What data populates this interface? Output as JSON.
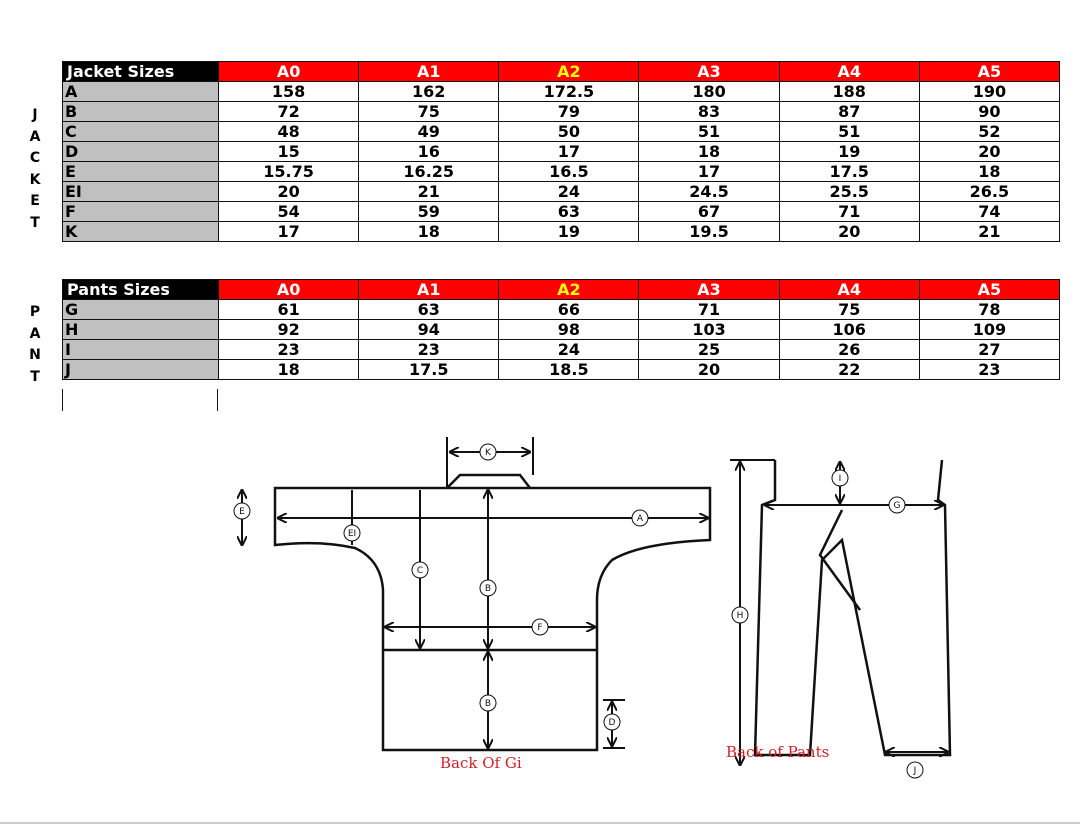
{
  "jacket": {
    "title": "Jacket Sizes",
    "side_label": [
      "J",
      "A",
      "C",
      "K",
      "E",
      "T"
    ],
    "sizes": [
      "A0",
      "A1",
      "A2",
      "A3",
      "A4",
      "A5"
    ],
    "highlight_size": "A2",
    "rows": [
      {
        "label": "A",
        "values": [
          "158",
          "162",
          "172.5",
          "180",
          "188",
          "190"
        ]
      },
      {
        "label": "B",
        "values": [
          "72",
          "75",
          "79",
          "83",
          "87",
          "90"
        ]
      },
      {
        "label": "C",
        "values": [
          "48",
          "49",
          "50",
          "51",
          "51",
          "52"
        ]
      },
      {
        "label": "D",
        "values": [
          "15",
          "16",
          "17",
          "18",
          "19",
          "20"
        ]
      },
      {
        "label": "E",
        "values": [
          "15.75",
          "16.25",
          "16.5",
          "17",
          "17.5",
          "18"
        ]
      },
      {
        "label": "EI",
        "values": [
          "20",
          "21",
          "24",
          "24.5",
          "25.5",
          "26.5"
        ]
      },
      {
        "label": "F",
        "values": [
          "54",
          "59",
          "63",
          "67",
          "71",
          "74"
        ]
      },
      {
        "label": "K",
        "values": [
          "17",
          "18",
          "19",
          "19.5",
          "20",
          "21"
        ]
      }
    ]
  },
  "pants": {
    "title": "Pants Sizes",
    "side_label": [
      "P",
      "A",
      "N",
      "T"
    ],
    "sizes": [
      "A0",
      "A1",
      "A2",
      "A3",
      "A4",
      "A5"
    ],
    "rows": [
      {
        "label": "G",
        "values": [
          "61",
          "63",
          "66",
          "71",
          "75",
          "78"
        ]
      },
      {
        "label": "H",
        "values": [
          "92",
          "94",
          "98",
          "103",
          "106",
          "109"
        ]
      },
      {
        "label": "I",
        "values": [
          "23",
          "23",
          "24",
          "25",
          "26",
          "27"
        ]
      },
      {
        "label": "J",
        "values": [
          "18",
          "17.5",
          "18.5",
          "20",
          "22",
          "23"
        ]
      }
    ]
  },
  "diagram": {
    "gi_caption": "Back Of Gi",
    "pants_caption": "Back of Pants",
    "gi_markers": {
      "K": "K",
      "E": "E",
      "EI": "EI",
      "A": "A",
      "C": "C",
      "B1": "B",
      "B2": "B",
      "F": "F",
      "D": "D"
    },
    "pants_markers": {
      "I": "I",
      "G": "G",
      "H": "H",
      "J": "J"
    }
  },
  "colors": {
    "header_red": "#ff0000",
    "highlight_yellow": "#ffff00",
    "label_gray": "#c0c0c0",
    "caption_red": "#d0202a"
  }
}
